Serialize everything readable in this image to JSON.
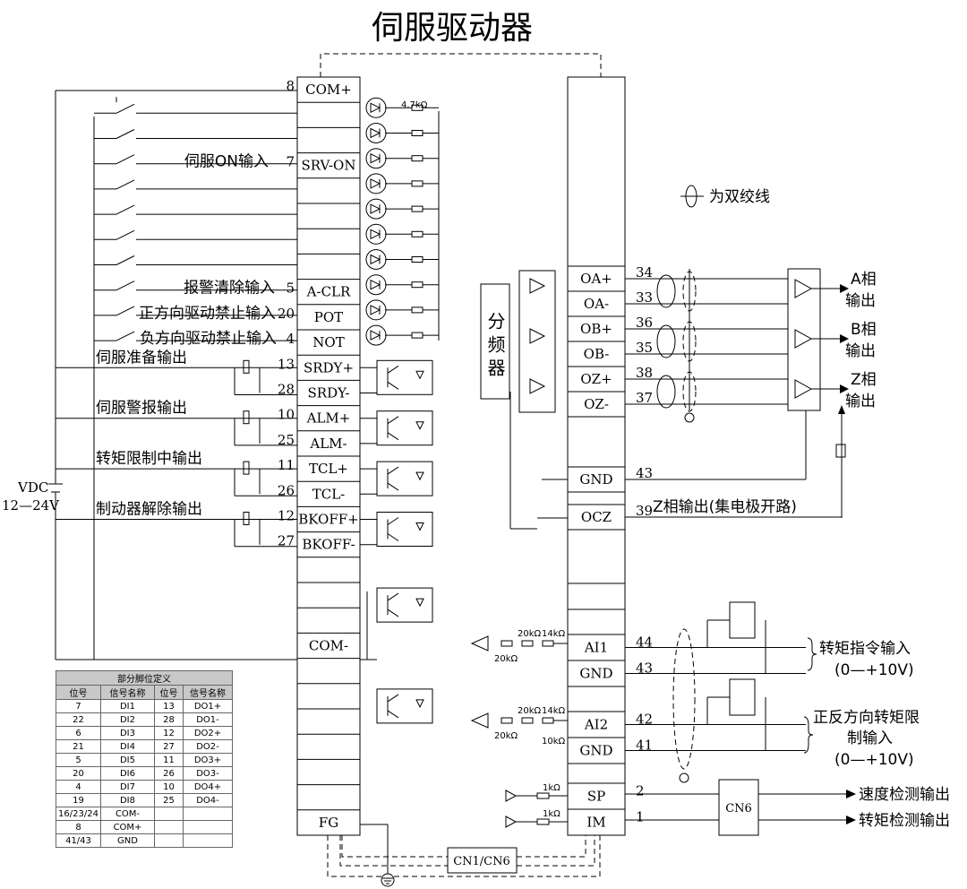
{
  "title": "伺服驱动器",
  "twisted_pair_note": "为双绞线",
  "left_connector": {
    "pins": [
      {
        "num": "8",
        "name": "COM+",
        "label": ""
      },
      {
        "num": "",
        "name": "",
        "label": ""
      },
      {
        "num": "",
        "name": "",
        "label": ""
      },
      {
        "num": "7",
        "name": "SRV-ON",
        "label": "伺服ON输入"
      },
      {
        "num": "",
        "name": "",
        "label": ""
      },
      {
        "num": "",
        "name": "",
        "label": ""
      },
      {
        "num": "",
        "name": "",
        "label": ""
      },
      {
        "num": "",
        "name": "",
        "label": ""
      },
      {
        "num": "5",
        "name": "A-CLR",
        "label": "报警清除输入"
      },
      {
        "num": "20",
        "name": "POT",
        "label": "正方向驱动禁止输入"
      },
      {
        "num": "4",
        "name": "NOT",
        "label": "负方向驱动禁止输入"
      },
      {
        "num": "13",
        "name": "SRDY+",
        "label": ""
      },
      {
        "num": "28",
        "name": "SRDY-",
        "label": ""
      },
      {
        "num": "10",
        "name": "ALM+",
        "label": ""
      },
      {
        "num": "25",
        "name": "ALM-",
        "label": ""
      },
      {
        "num": "11",
        "name": "TCL+",
        "label": ""
      },
      {
        "num": "26",
        "name": "TCL-",
        "label": ""
      },
      {
        "num": "12",
        "name": "BKOFF+",
        "label": ""
      },
      {
        "num": "27",
        "name": "BKOFF-",
        "label": ""
      },
      {
        "num": "",
        "name": "",
        "label": ""
      },
      {
        "num": "",
        "name": "",
        "label": ""
      },
      {
        "num": "",
        "name": "",
        "label": ""
      },
      {
        "num": "",
        "name": "COM-",
        "label": ""
      },
      {
        "num": "",
        "name": "",
        "label": ""
      },
      {
        "num": "",
        "name": "",
        "label": ""
      },
      {
        "num": "",
        "name": "",
        "label": ""
      },
      {
        "num": "",
        "name": "",
        "label": ""
      },
      {
        "num": "",
        "name": "",
        "label": ""
      },
      {
        "num": "",
        "name": "",
        "label": ""
      },
      {
        "num": "",
        "name": "FG",
        "label": ""
      }
    ]
  },
  "resistor_47k": "4.7kΩ",
  "outputs": [
    "伺服准备输出",
    "伺服警报输出",
    "转矩限制中输出",
    "制动器解除输出"
  ],
  "vdc_label": "VDC",
  "vdc_range": "12—24V",
  "right_connector": {
    "pins": [
      {
        "num": "34",
        "name": "OA+"
      },
      {
        "num": "33",
        "name": "OA-"
      },
      {
        "num": "36",
        "name": "OB+"
      },
      {
        "num": "35",
        "name": "OB-"
      },
      {
        "num": "38",
        "name": "OZ+"
      },
      {
        "num": "37",
        "name": "OZ-"
      },
      {
        "num": "43",
        "name": "GND"
      },
      {
        "num": "39",
        "name": "OCZ"
      },
      {
        "num": "44",
        "name": "AI1"
      },
      {
        "num": "43",
        "name": "GND"
      },
      {
        "num": "42",
        "name": "AI2"
      },
      {
        "num": "41",
        "name": "GND"
      },
      {
        "num": "2",
        "name": "SP"
      },
      {
        "num": "1",
        "name": "IM"
      }
    ]
  },
  "divider_label": "分频器",
  "phase_outputs": [
    {
      "l1": "A相",
      "l2": "输出"
    },
    {
      "l1": "B相",
      "l2": "输出"
    },
    {
      "l1": "Z相",
      "l2": "输出"
    }
  ],
  "ocz_label": "Z相输出(集电极开路)",
  "torque_cmd": {
    "l1": "转矩指令输入",
    "l2": "(0—+10V)"
  },
  "torque_limit": {
    "l1": "正反方向转矩限",
    "l2": "制输入",
    "l3": "(0—+10V)"
  },
  "analog_resistors": {
    "r20k": "20kΩ",
    "r14k": "14kΩ",
    "r10k": "10kΩ",
    "r1k": "1kΩ"
  },
  "speed_out": "速度检测输出",
  "torque_out": "转矩检测输出",
  "cn6_label": "CN6",
  "cn_label": "CN1/CN6",
  "pin_table": {
    "title": "部分脚位定义",
    "headers": [
      "位号",
      "信号名称",
      "位号",
      "信号名称"
    ],
    "rows": [
      [
        "7",
        "DI1",
        "13",
        "DO1+"
      ],
      [
        "22",
        "DI2",
        "28",
        "DO1-"
      ],
      [
        "6",
        "DI3",
        "12",
        "DO2+"
      ],
      [
        "21",
        "DI4",
        "27",
        "DO2-"
      ],
      [
        "5",
        "DI5",
        "11",
        "DO3+"
      ],
      [
        "20",
        "DI6",
        "26",
        "DO3-"
      ],
      [
        "4",
        "DI7",
        "10",
        "DO4+"
      ],
      [
        "19",
        "DI8",
        "25",
        "DO4-"
      ],
      [
        "16/23/24",
        "COM-",
        "",
        ""
      ],
      [
        "8",
        "COM+",
        "",
        ""
      ],
      [
        "41/43",
        "GND",
        "",
        ""
      ]
    ]
  }
}
